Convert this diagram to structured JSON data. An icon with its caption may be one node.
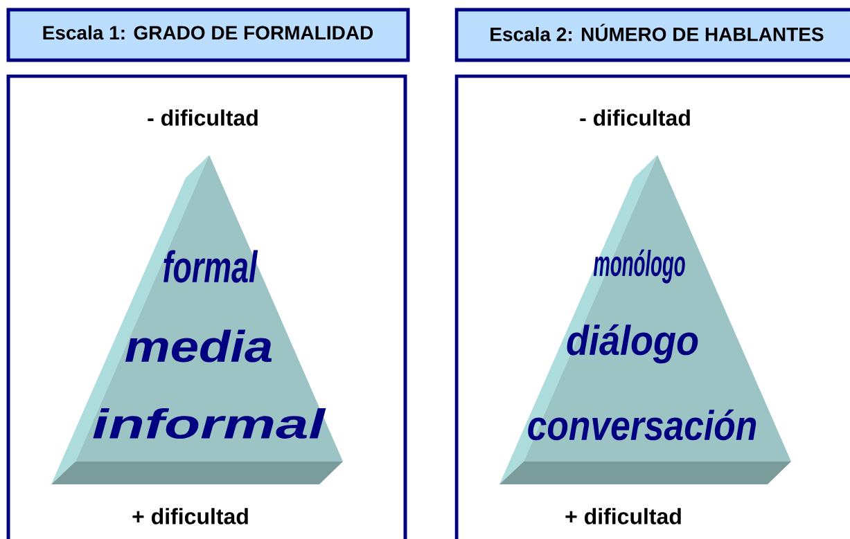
{
  "diagram": {
    "nodes": [
      {
        "text": [
          "Escala 1: GRADO DE FORMALIDAD"
        ]
      },
      {
        "text": [
          "- dificultad",
          "+ dificultad"
        ]
      },
      {
        "text": [
          "formal",
          "media",
          "informal"
        ],
        "in": 1
      },
      {
        "text": [
          "Escala 2: NÚMERO DE HABLANTES"
        ]
      },
      {
        "text": [
          "- dificultad",
          "+ dificultad"
        ]
      },
      {
        "text": [
          "monólogo",
          "diálogo",
          "conversación"
        ],
        "in": 4
      }
    ]
  }
}
